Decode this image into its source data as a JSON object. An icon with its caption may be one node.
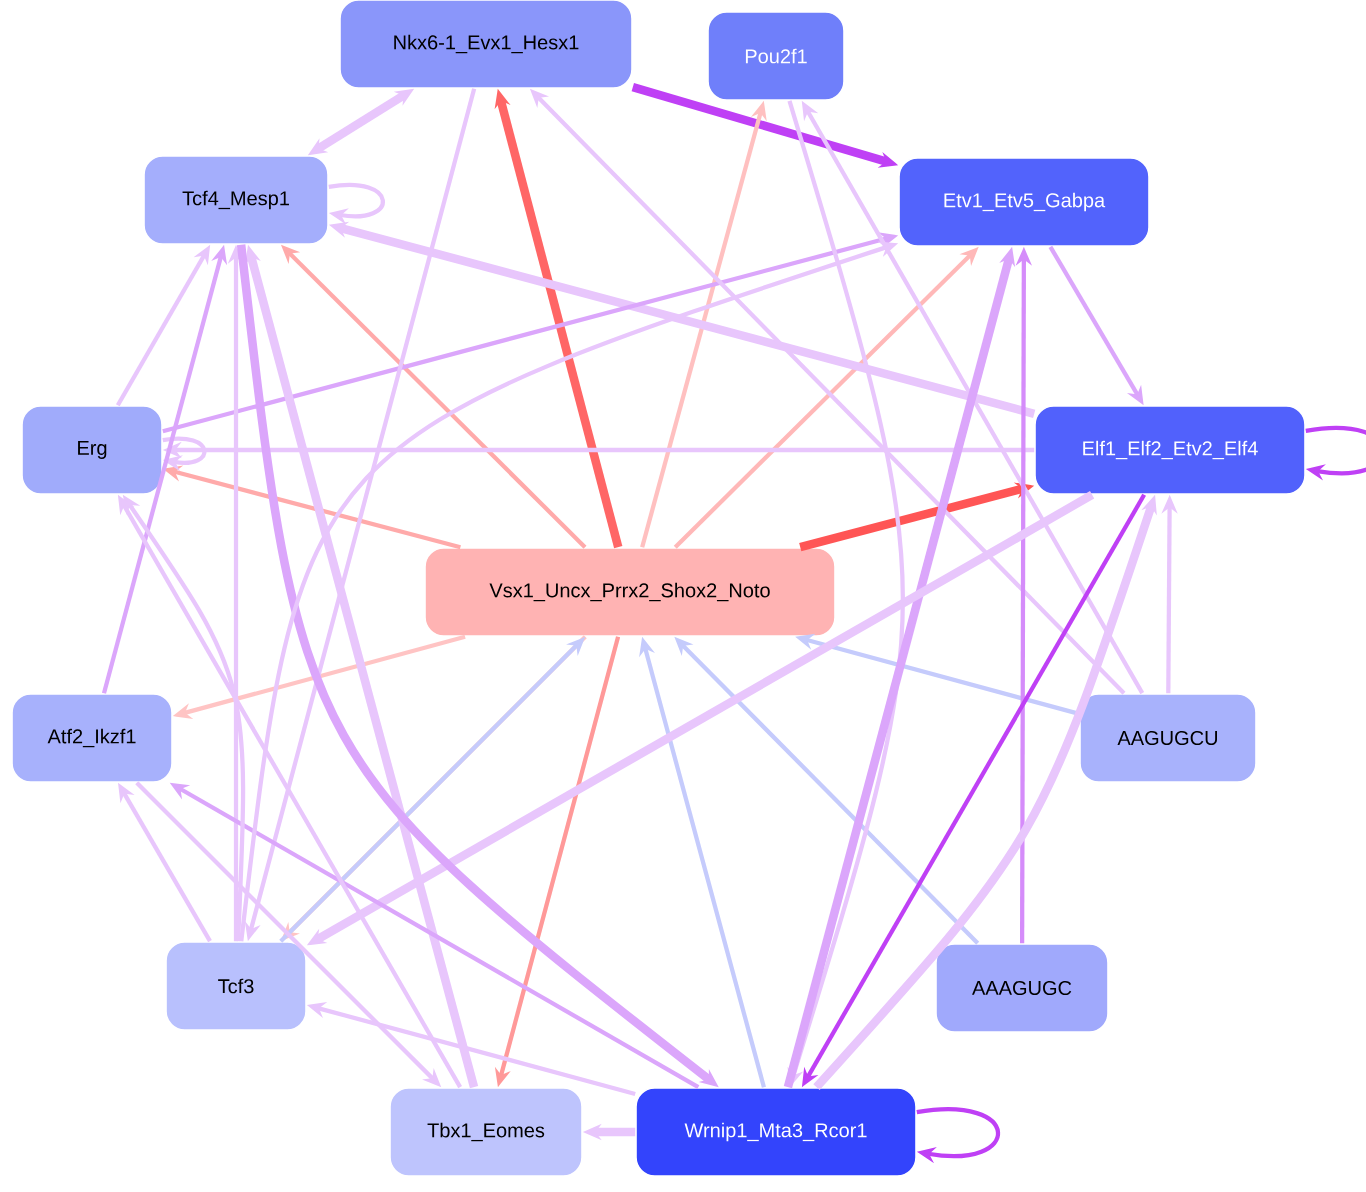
{
  "diagram": {
    "nodes": [
      {
        "text": [
          "Nkx6-1_Evx1_Hesx1"
        ]
      },
      {
        "text": [
          "Pou2f1"
        ]
      },
      {
        "text": [
          "Tcf4_Mesp1"
        ]
      },
      {
        "text": [
          "Etv1_Etv5_Gabpa"
        ]
      },
      {
        "text": [
          "Erg"
        ]
      },
      {
        "text": [
          "Elf1_Elf2_Etv2_Elf4"
        ]
      },
      {
        "text": [
          "Vsx1_Uncx_Prrx2_Shox2_Noto"
        ]
      },
      {
        "text": [
          "Atf2_Ikzf1"
        ]
      },
      {
        "text": [
          "AAGUGCU"
        ]
      },
      {
        "text": [
          "Tcf3"
        ]
      },
      {
        "text": [
          "AAAGUGC"
        ]
      },
      {
        "text": [
          "Tbx1_Eomes"
        ]
      },
      {
        "text": [
          "Wrnip1_Mta3_Rcor1"
        ]
      }
    ],
    "edges": [
      {
        "from": 0,
        "to": 3,
        "arrow": "to",
        "color": "#bf40f5",
        "style": "thick"
      },
      {
        "from": 6,
        "to": 0,
        "arrow": "to",
        "color": "#ff6666",
        "style": "thick"
      },
      {
        "from": 6,
        "to": 2,
        "arrow": "to",
        "color": "#ffaaaa"
      },
      {
        "from": 6,
        "to": 1,
        "arrow": "to",
        "color": "#ffc0c0"
      },
      {
        "from": 6,
        "to": 3,
        "arrow": "to",
        "color": "#ffb8b8"
      },
      {
        "from": 6,
        "to": 5,
        "arrow": "to",
        "color": "#ff5555",
        "style": "thick"
      },
      {
        "from": 6,
        "to": 4,
        "arrow": "to",
        "color": "#ffaaaa"
      },
      {
        "from": 6,
        "to": 7,
        "arrow": "to",
        "color": "#ffc4c4"
      },
      {
        "from": 6,
        "to": 9,
        "arrow": "to",
        "color": "#ffc4c4"
      },
      {
        "from": 6,
        "to": 11,
        "arrow": "to",
        "color": "#ff9999"
      },
      {
        "from": 9,
        "to": 6,
        "arrow": "to",
        "color": "#c5cbfc"
      },
      {
        "from": 12,
        "to": 6,
        "arrow": "to",
        "color": "#c5cbfc"
      },
      {
        "from": 10,
        "to": 6,
        "arrow": "to",
        "color": "#c5cbfc"
      },
      {
        "from": 8,
        "to": 6,
        "arrow": "to",
        "color": "#c5cbfc"
      },
      {
        "from": 2,
        "to": 0,
        "arrow": "both",
        "style": "thick"
      },
      {
        "from": 2,
        "to": 2,
        "arrow": "to"
      },
      {
        "from": 4,
        "to": 4,
        "arrow": "to"
      },
      {
        "from": 5,
        "to": 5,
        "arrow": "to",
        "color": "#bf40f5"
      },
      {
        "from": 12,
        "to": 12,
        "arrow": "to",
        "color": "#bf40f5"
      },
      {
        "from": 3,
        "to": 5,
        "arrow": "to",
        "color": "#dba6fb"
      },
      {
        "from": 5,
        "to": 2,
        "arrow": "to",
        "style": "thick"
      },
      {
        "from": 5,
        "to": 4,
        "arrow": "to"
      },
      {
        "from": 4,
        "to": 3,
        "arrow": "to",
        "color": "#dba6fb"
      },
      {
        "from": 4,
        "to": 2,
        "arrow": "to"
      },
      {
        "from": 8,
        "to": 0,
        "arrow": "to"
      },
      {
        "from": 0,
        "to": 9,
        "arrow": "to"
      },
      {
        "from": 8,
        "to": 1,
        "arrow": "to"
      },
      {
        "from": 1,
        "to": 12,
        "arrow": "to"
      },
      {
        "from": 12,
        "to": 3,
        "arrow": "to",
        "color": "#dba6fb",
        "style": "thick"
      },
      {
        "from": 10,
        "to": 3,
        "arrow": "to",
        "color": "#d58cfa"
      },
      {
        "from": 5,
        "to": 12,
        "arrow": "to",
        "color": "#bf40f5"
      },
      {
        "from": 8,
        "to": 5,
        "arrow": "to"
      },
      {
        "from": 12,
        "to": 5,
        "arrow": "to",
        "style": "thick"
      },
      {
        "from": 5,
        "to": 9,
        "arrow": "to",
        "style": "thick"
      },
      {
        "from": 7,
        "to": 2,
        "arrow": "to",
        "color": "#dba6fb"
      },
      {
        "from": 9,
        "to": 2,
        "arrow": "to"
      },
      {
        "from": 11,
        "to": 2,
        "arrow": "to",
        "style": "thick"
      },
      {
        "from": 12,
        "to": 7,
        "arrow": "to",
        "color": "#dba6fb"
      },
      {
        "from": 9,
        "to": 4,
        "arrow": "to"
      },
      {
        "from": 11,
        "to": 4,
        "arrow": "to"
      },
      {
        "from": 9,
        "to": 7,
        "arrow": "to"
      },
      {
        "from": 7,
        "to": 11,
        "arrow": "to"
      },
      {
        "from": 12,
        "to": 9,
        "arrow": "to"
      },
      {
        "from": 12,
        "to": 11,
        "arrow": "to",
        "style": "thick"
      },
      {
        "from": 2,
        "to": 12,
        "arrow": "to",
        "color": "#dba6fb",
        "style": "thick"
      },
      {
        "from": 9,
        "to": 3,
        "arrow": "to"
      }
    ]
  }
}
